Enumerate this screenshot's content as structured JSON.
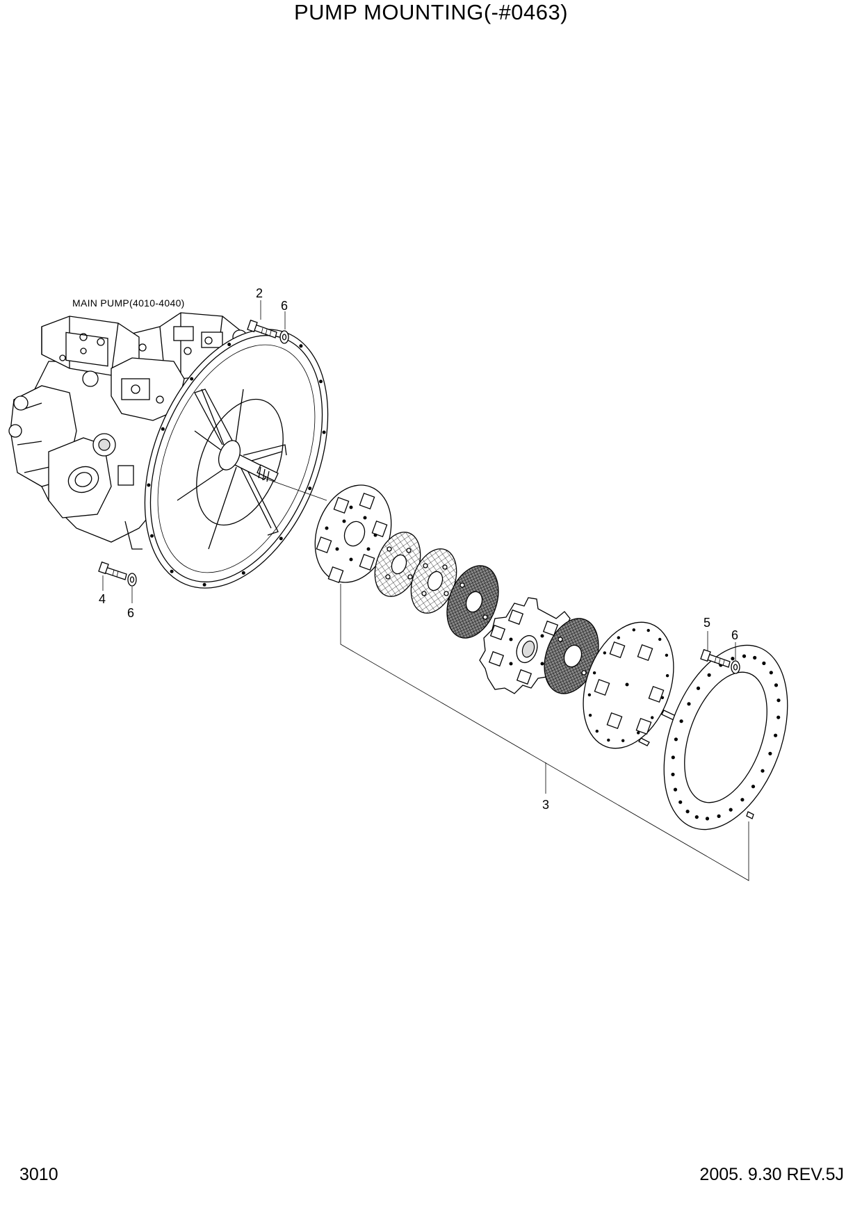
{
  "title": "PUMP MOUNTING(-#0463)",
  "page_number": "3010",
  "revision": "2005. 9.30 REV.5J",
  "pump_label": "MAIN PUMP(4010-4040)",
  "callouts": {
    "c2": "2",
    "c6_top": "6",
    "c4": "4",
    "c6_left": "6",
    "c5": "5",
    "c6_right": "6",
    "c3": "3"
  },
  "icons": [
    "main-pump-icon",
    "flywheel-housing-icon",
    "coupling-plate-icon",
    "friction-disc-icon",
    "hub-icon",
    "flywheel-plate-icon",
    "bolt-icon",
    "washer-icon"
  ]
}
